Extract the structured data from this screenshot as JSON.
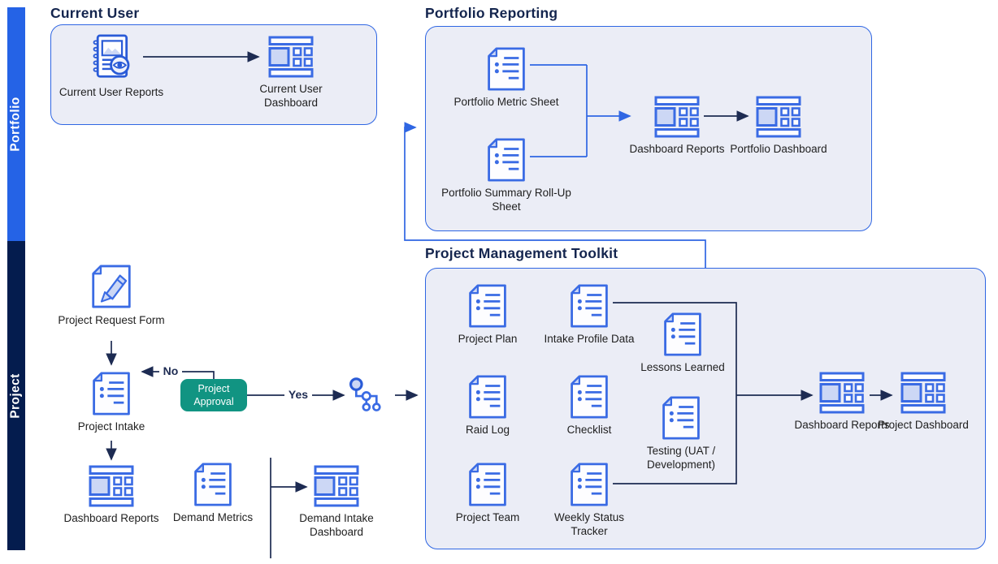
{
  "bands": {
    "portfolio": "Portfolio",
    "project": "Project"
  },
  "sections": {
    "current_user": {
      "title": "Current User",
      "reports": "Current User Reports",
      "dashboard": "Current User Dashboard"
    },
    "portfolio_reporting": {
      "title": "Portfolio Reporting",
      "metric_sheet": "Portfolio Metric Sheet",
      "summary_sheet": "Portfolio Summary Roll-Up Sheet",
      "dashboard_reports": "Dashboard Reports",
      "portfolio_dashboard": "Portfolio Dashboard"
    },
    "intake": {
      "request_form": "Project Request Form",
      "project_intake": "Project Intake",
      "no": "No",
      "yes": "Yes",
      "approval": "Project Approval",
      "dashboard_reports": "Dashboard Reports",
      "demand_metrics": "Demand Metrics",
      "demand_intake_dashboard": "Demand Intake Dashboard"
    },
    "pm_toolkit": {
      "title": "Project Management Toolkit",
      "project_plan": "Project Plan",
      "intake_profile_data": "Intake Profile Data",
      "lessons_learned": "Lessons Learned",
      "raid_log": "Raid Log",
      "checklist": "Checklist",
      "testing": "Testing (UAT / Development)",
      "project_team": "Project Team",
      "weekly_status_tracker": "Weekly Status Tracker",
      "dashboard_reports": "Dashboard Reports",
      "project_dashboard": "Project Dashboard"
    }
  },
  "colors": {
    "portfolio_band": "#2563e6",
    "project_band": "#041c4e",
    "panel_fill": "#ebedf6",
    "panel_border": "#2f66e3",
    "icon_blue": "#3a6be4",
    "icon_fill": "#ccd7f5",
    "connector_navy": "#1d2b52",
    "connector_blue": "#2f66e3",
    "approval_teal": "#119482",
    "heading_navy": "#14254e",
    "label_text": "#212121"
  }
}
